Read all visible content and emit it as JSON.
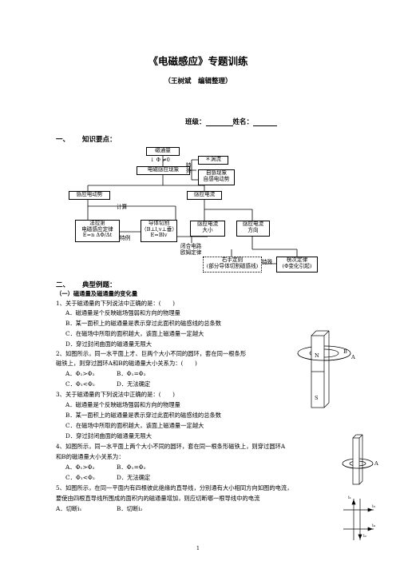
{
  "header": {
    "title": "《电磁感应》专题训练",
    "author": "（王树斌　编辑整理）",
    "class_label": "班级：",
    "name_label": "姓名："
  },
  "section1": {
    "num": "一、",
    "title": "知识要点："
  },
  "diagram": {
    "flux": "磁通量",
    "dphi": "↓ Φ ≠0",
    "eddy": "＊涡流",
    "special": "特殊",
    "condition": "电磁感应现象",
    "self1": "自感现象",
    "self2": "自感电动势",
    "emf": "感应电动势",
    "current": "感应电流",
    "calc": "计算",
    "faraday1": "法拉第",
    "faraday2": "电磁感应定律",
    "faraday3": "E=n ΔΦ/Δt",
    "special2": "特例",
    "cut1": "导体切割",
    "cut2": "（B⊥l,v⊥垂）",
    "cut3": "E=Blv",
    "size1": "感应电流",
    "size2": "大小",
    "dir1": "感应电流",
    "dir2": "方向",
    "ohm1": "闭合电路",
    "ohm2": "欧姆定律",
    "rhr1": "右手定则",
    "rhr2": "(部分导体切割磁感线)",
    "special3": "特殊",
    "lenz1": "楞次定律",
    "lenz2": "(Φ变化引起)"
  },
  "section2": {
    "num": "二、",
    "title": "典型例题："
  },
  "subsection": "（一）磁通量及磁通量的变化量",
  "q1": {
    "stem": "1、关于磁通量的下列说法中正确的是：(　　)",
    "options": [
      "A．磁通量是个反映磁场强弱和方向的物理量",
      "B．某一面积上的磁通量是表示穿过此面积的磁感线的总条数",
      "C．在磁场中所取的面积越大，该面上磁通量一定越大",
      "D．穿过封闭曲面的磁通量无限大"
    ]
  },
  "q2": {
    "stem1": "2、如图所示，同一水平面上才、巨两个大小不同的圆环，套在同一根条形",
    "stem2": "磁铁上，则穿过圆环A和B的磁通量大小关系为：(　　)",
    "opt_a": "A．Φ₁>Φ₂",
    "opt_b": "B．Φ₁=Φ₂",
    "opt_c": "C．Φ₁<Φ₂",
    "opt_d": "D．无法确定"
  },
  "q3": {
    "stem": "3、关于磁通量的下列说法中正确的是：(　　)",
    "options": [
      "A．磁通量是个反映磁场强弱和方向的物理量",
      "B．某一面积上的磁通量是表示穿过此面积的磁感线的总条数",
      "C．在磁场中所取的面积越大，该面上磁通量一定越大",
      "D．穿过封闭曲面的磁通量无限大"
    ]
  },
  "q4": {
    "stem1": "4、如图所示，同一水平面上两个大小不同的圆环，套在同一根条形磁铁上，则穿过圆环A",
    "stem2": "和B的磁通量大小关系为：",
    "opt_a": "A．Φ₁>Φ₂",
    "opt_b": "B．Φ₁=Φ₂",
    "opt_c": "C．Φ₁<Φ₂",
    "opt_d": "D．无法确定"
  },
  "q5": {
    "stem1": "5、如图所示，在同一平面内有四根彼此绝缘的直导线，分别通有大小相同方向如图的电流，",
    "stem2": "要使由四根直导线所围成的面积内的磁通量增加，则应切断哪一根导线中的电流",
    "opt_a": "A．切断i₁",
    "opt_b": "B．切断i₂"
  },
  "fig1": {
    "n": "N",
    "s": "S",
    "a": "A",
    "b": "B"
  },
  "fig2": {
    "a": "A"
  },
  "fig3": {
    "i1": "i₁",
    "i2": "i₂",
    "i3": "i₃",
    "i4": "i₄"
  },
  "footer": {
    "page": "1"
  }
}
